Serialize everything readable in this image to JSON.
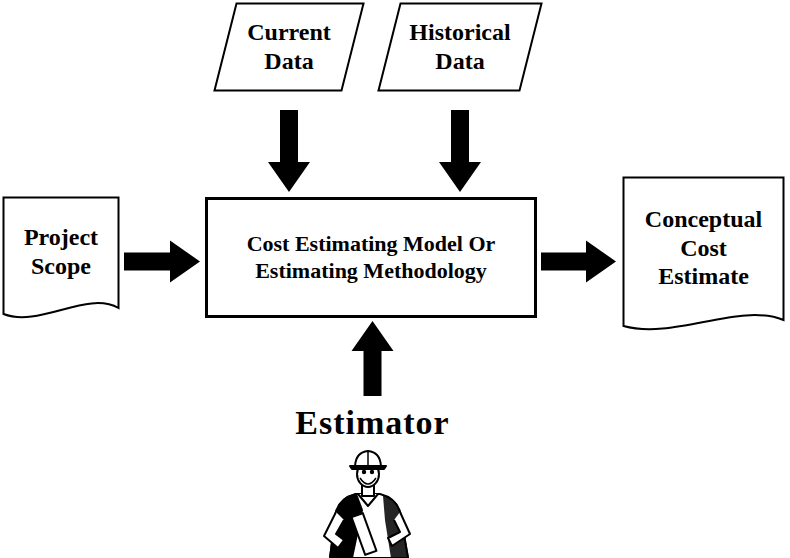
{
  "diagram": {
    "nodes": [
      {
        "text": [
          "Current Data"
        ]
      },
      {
        "text": [
          "Historical Data"
        ]
      },
      {
        "text": [
          "Project Scope"
        ]
      },
      {
        "text": [
          "Cost Estimating Model Or Estimating Methodology"
        ]
      },
      {
        "text": [
          "Conceptual Cost Estimate"
        ]
      },
      {
        "text": [
          "Estimator"
        ]
      }
    ],
    "edges": [
      {
        "from": 0,
        "to": 3,
        "arrow": "to"
      },
      {
        "from": 1,
        "to": 3,
        "arrow": "to"
      },
      {
        "from": 2,
        "to": 3,
        "arrow": "to"
      },
      {
        "from": 5,
        "to": 3,
        "arrow": "to"
      },
      {
        "from": 3,
        "to": 4,
        "arrow": "to"
      }
    ]
  }
}
